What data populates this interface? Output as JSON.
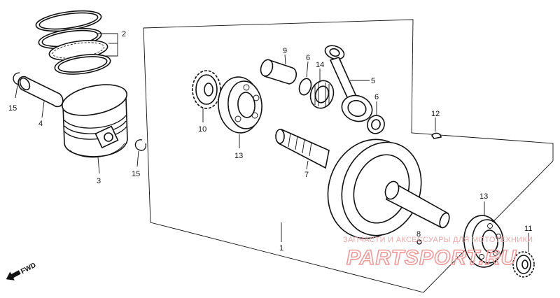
{
  "diagram": {
    "callouts": [
      {
        "id": "c2",
        "text": "2"
      },
      {
        "id": "c15a",
        "text": "15"
      },
      {
        "id": "c4",
        "text": "4"
      },
      {
        "id": "c3",
        "text": "3"
      },
      {
        "id": "c15b",
        "text": "15"
      },
      {
        "id": "c9",
        "text": "9"
      },
      {
        "id": "c6a",
        "text": "6"
      },
      {
        "id": "c14",
        "text": "14"
      },
      {
        "id": "c5",
        "text": "5"
      },
      {
        "id": "c6b",
        "text": "6"
      },
      {
        "id": "c10",
        "text": "10"
      },
      {
        "id": "c13a",
        "text": "13"
      },
      {
        "id": "c12",
        "text": "12"
      },
      {
        "id": "c7",
        "text": "7"
      },
      {
        "id": "c13b",
        "text": "13"
      },
      {
        "id": "c11",
        "text": "11"
      },
      {
        "id": "c8",
        "text": "8"
      },
      {
        "id": "c1",
        "text": "1"
      }
    ],
    "fwd_label": "FWD"
  },
  "watermark": {
    "caption": "ЗАПЧАСТИ И АКСЕССУАРЫ ДЛЯ МОТОТЕХНИКИ",
    "logo_text": "PARTSPORT.RU"
  },
  "colors": {
    "ink": "#111111",
    "watermark": "#ee9a9a"
  }
}
